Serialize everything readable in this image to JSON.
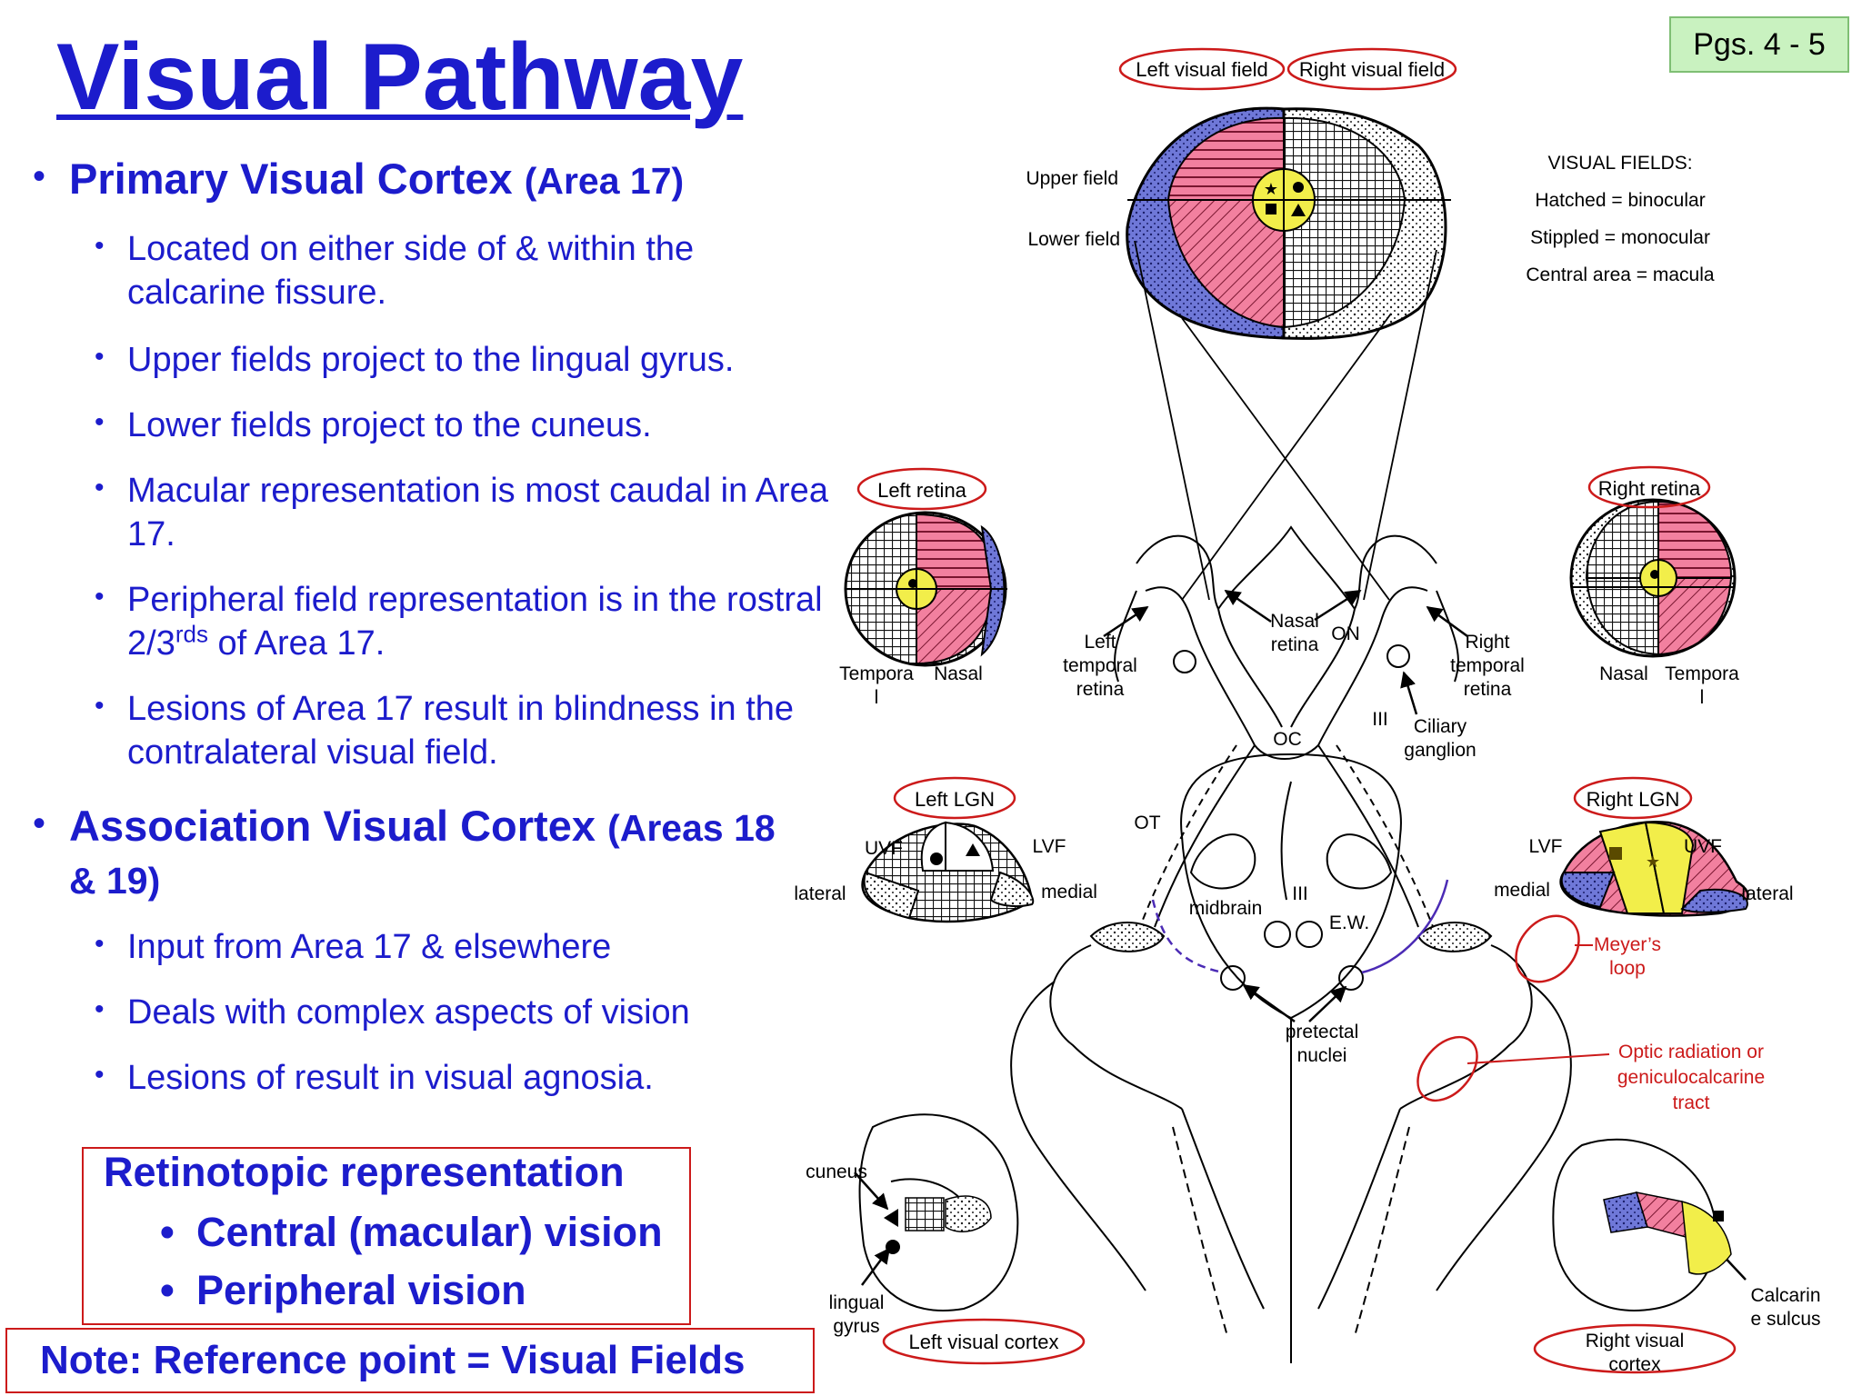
{
  "title": "Visual Pathway",
  "page_ref": "Pgs. 4 - 5",
  "sections": [
    {
      "heading": "Primary Visual Cortex",
      "heading_paren": "(Area 17)",
      "items": [
        "Located on either side of & within the",
        "calcarine fissure.",
        "Upper fields project to the lingual gyrus.",
        "Lower fields project to the cuneus.",
        "Macular representation is most caudal in Area",
        "17.",
        "Peripheral field representation is in the rostral",
        "2/3",
        "rds",
        "of Area 17.",
        "Lesions of Area 17 result in blindness in the",
        "contralateral visual field."
      ]
    },
    {
      "heading": "Association Visual Cortex",
      "heading_paren_1": "(Areas 18",
      "heading_paren_2": "& 19)",
      "items": [
        "Input from Area 17 & elsewhere",
        "Deals with complex aspects of vision",
        "Lesions of result in visual agnosia."
      ]
    }
  ],
  "retinotopic": {
    "heading": "Retinotopic representation",
    "items": [
      "Central (macular) vision",
      "Peripheral vision"
    ]
  },
  "note": "Note:  Reference point = Visual Fields",
  "legend": {
    "title": "VISUAL FIELDS:",
    "hatched": "Hatched = binocular",
    "stippled": "Stippled = monocular",
    "central": "Central area = macula"
  },
  "labels": {
    "left_visual_field": "Left visual field",
    "right_visual_field": "Right visual field",
    "upper_field": "Upper field",
    "lower_field": "Lower field",
    "left_retina": "Left retina",
    "right_retina": "Right retina",
    "temporal_l_1": "Tempora",
    "temporal_l_2": "l",
    "nasal": "Nasal",
    "nasal_r": "Nasal",
    "temporal_r_1": "Tempora",
    "temporal_r_2": "l",
    "left_temporal_retina": [
      "Left",
      "temporal",
      "retina"
    ],
    "nasal_retina": [
      "Nasal",
      "retina"
    ],
    "on": "ON",
    "right_temporal_retina": [
      "Right",
      "temporal",
      "retina"
    ],
    "iii_a": "III",
    "ciliary_ganglion": [
      "Ciliary",
      "ganglion"
    ],
    "oc": "OC",
    "ot": "OT",
    "left_lgn": "Left LGN",
    "right_lgn": "Right LGN",
    "uvf": "UVF",
    "lvf": "LVF",
    "lateral": "lateral",
    "medial": "medial",
    "lvf_r": "LVF",
    "uvf_r": "UVF",
    "medial_r": "medial",
    "lateral_r": "lateral",
    "midbrain": "midbrain",
    "iii_b": "III",
    "ew": "E.W.",
    "meyers_loop": [
      "Meyer’s",
      "loop"
    ],
    "pretectal_nuclei": [
      "pretectal",
      "nuclei"
    ],
    "optic_radiation": [
      "Optic radiation or",
      "geniculocalcarine",
      "tract"
    ],
    "cuneus": "cuneus",
    "lingual_gyrus": [
      "lingual",
      "gyrus"
    ],
    "left_visual_cortex": "Left visual cortex",
    "right_visual_cortex": [
      "Right visual",
      "cortex"
    ],
    "calcarine_sulcus": [
      "Calcarin",
      "e sulcus"
    ]
  },
  "colors": {
    "title_blue": "#1c1ccc",
    "pink": "#f0688f",
    "blue_field": "#6a72d6",
    "yellow": "#f2ee4a",
    "red_annotation": "#cc1a1a",
    "badge_green": "#c9f2c0"
  }
}
